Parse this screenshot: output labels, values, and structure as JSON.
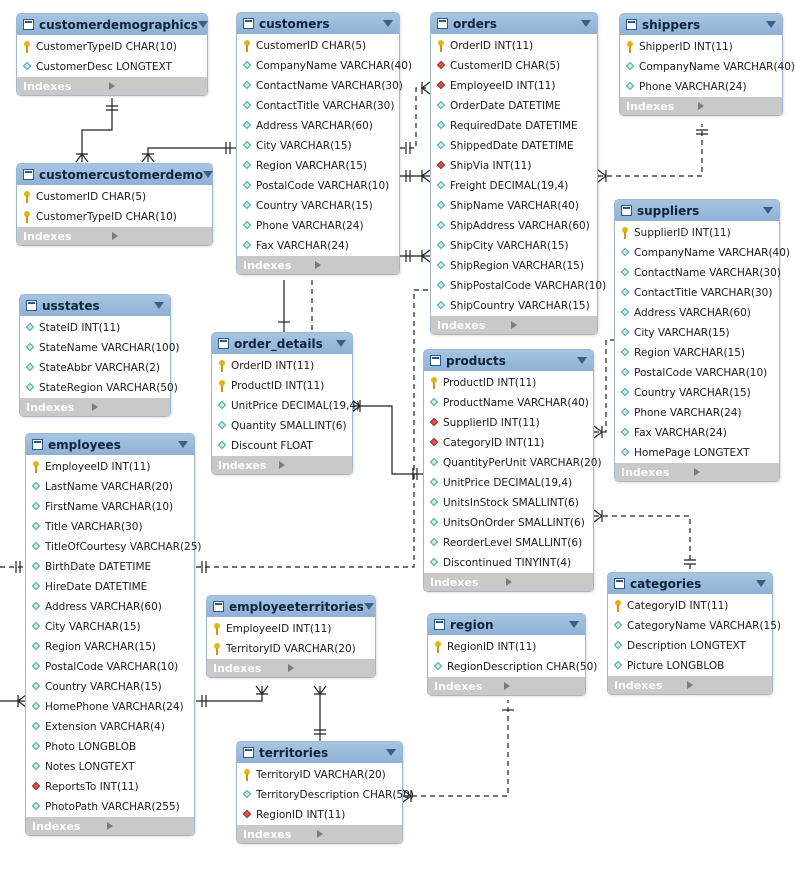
{
  "colors": {
    "header": "#97b9dc",
    "indexes_bar": "#c9c9c9",
    "line": "#222222",
    "primary_key": "#e4b417",
    "foreign_key": "#d9534f",
    "column": "#4ba6a4"
  },
  "icons": {
    "table": "table-icon",
    "primary_key": "key-icon",
    "column": "diamond-icon",
    "foreign_key": "red-diamond-icon",
    "menu": "dropdown-triangle-icon",
    "indexes": "expand-arrow-icon"
  },
  "indexes_label": "Indexes",
  "tables": {
    "customerdemographics": {
      "name": "customerdemographics",
      "columns": [
        {
          "text": "CustomerTypeID CHAR(10)",
          "kind": "pk"
        },
        {
          "text": "CustomerDesc LONGTEXT",
          "kind": "col"
        }
      ]
    },
    "customercustomerdemo": {
      "name": "customercustomerdemo",
      "columns": [
        {
          "text": "CustomerID CHAR(5)",
          "kind": "pk"
        },
        {
          "text": "CustomerTypeID CHAR(10)",
          "kind": "pk"
        }
      ]
    },
    "usstates": {
      "name": "usstates",
      "columns": [
        {
          "text": "StateID INT(11)",
          "kind": "col"
        },
        {
          "text": "StateName VARCHAR(100)",
          "kind": "col"
        },
        {
          "text": "StateAbbr VARCHAR(2)",
          "kind": "col"
        },
        {
          "text": "StateRegion VARCHAR(50)",
          "kind": "col"
        }
      ]
    },
    "employees": {
      "name": "employees",
      "columns": [
        {
          "text": "EmployeeID INT(11)",
          "kind": "pk"
        },
        {
          "text": "LastName VARCHAR(20)",
          "kind": "col"
        },
        {
          "text": "FirstName VARCHAR(10)",
          "kind": "col"
        },
        {
          "text": "Title VARCHAR(30)",
          "kind": "col"
        },
        {
          "text": "TitleOfCourtesy VARCHAR(25)",
          "kind": "col"
        },
        {
          "text": "BirthDate DATETIME",
          "kind": "col"
        },
        {
          "text": "HireDate DATETIME",
          "kind": "col"
        },
        {
          "text": "Address VARCHAR(60)",
          "kind": "col"
        },
        {
          "text": "City VARCHAR(15)",
          "kind": "col"
        },
        {
          "text": "Region VARCHAR(15)",
          "kind": "col"
        },
        {
          "text": "PostalCode VARCHAR(10)",
          "kind": "col"
        },
        {
          "text": "Country VARCHAR(15)",
          "kind": "col"
        },
        {
          "text": "HomePhone VARCHAR(24)",
          "kind": "col"
        },
        {
          "text": "Extension VARCHAR(4)",
          "kind": "col"
        },
        {
          "text": "Photo LONGBLOB",
          "kind": "col"
        },
        {
          "text": "Notes LONGTEXT",
          "kind": "col"
        },
        {
          "text": "ReportsTo INT(11)",
          "kind": "fk"
        },
        {
          "text": "PhotoPath VARCHAR(255)",
          "kind": "col"
        }
      ]
    },
    "customers": {
      "name": "customers",
      "columns": [
        {
          "text": "CustomerID CHAR(5)",
          "kind": "pk"
        },
        {
          "text": "CompanyName VARCHAR(40)",
          "kind": "col"
        },
        {
          "text": "ContactName VARCHAR(30)",
          "kind": "col"
        },
        {
          "text": "ContactTitle VARCHAR(30)",
          "kind": "col"
        },
        {
          "text": "Address VARCHAR(60)",
          "kind": "col"
        },
        {
          "text": "City VARCHAR(15)",
          "kind": "col"
        },
        {
          "text": "Region VARCHAR(15)",
          "kind": "col"
        },
        {
          "text": "PostalCode VARCHAR(10)",
          "kind": "col"
        },
        {
          "text": "Country VARCHAR(15)",
          "kind": "col"
        },
        {
          "text": "Phone VARCHAR(24)",
          "kind": "col"
        },
        {
          "text": "Fax VARCHAR(24)",
          "kind": "col"
        }
      ]
    },
    "order_details": {
      "name": "order_details",
      "columns": [
        {
          "text": "OrderID INT(11)",
          "kind": "pk"
        },
        {
          "text": "ProductID INT(11)",
          "kind": "pk"
        },
        {
          "text": "UnitPrice DECIMAL(19,4)",
          "kind": "col"
        },
        {
          "text": "Quantity SMALLINT(6)",
          "kind": "col"
        },
        {
          "text": "Discount FLOAT",
          "kind": "col"
        }
      ]
    },
    "employeeterritories": {
      "name": "employeeterritories",
      "columns": [
        {
          "text": "EmployeeID INT(11)",
          "kind": "pk"
        },
        {
          "text": "TerritoryID VARCHAR(20)",
          "kind": "pk"
        }
      ]
    },
    "territories": {
      "name": "territories",
      "columns": [
        {
          "text": "TerritoryID VARCHAR(20)",
          "kind": "pk"
        },
        {
          "text": "TerritoryDescription CHAR(50)",
          "kind": "col"
        },
        {
          "text": "RegionID INT(11)",
          "kind": "fk"
        }
      ]
    },
    "orders": {
      "name": "orders",
      "columns": [
        {
          "text": "OrderID INT(11)",
          "kind": "pk"
        },
        {
          "text": "CustomerID CHAR(5)",
          "kind": "fk"
        },
        {
          "text": "EmployeeID INT(11)",
          "kind": "fk"
        },
        {
          "text": "OrderDate DATETIME",
          "kind": "col"
        },
        {
          "text": "RequiredDate DATETIME",
          "kind": "col"
        },
        {
          "text": "ShippedDate DATETIME",
          "kind": "col"
        },
        {
          "text": "ShipVia INT(11)",
          "kind": "fk"
        },
        {
          "text": "Freight DECIMAL(19,4)",
          "kind": "col"
        },
        {
          "text": "ShipName VARCHAR(40)",
          "kind": "col"
        },
        {
          "text": "ShipAddress VARCHAR(60)",
          "kind": "col"
        },
        {
          "text": "ShipCity VARCHAR(15)",
          "kind": "col"
        },
        {
          "text": "ShipRegion VARCHAR(15)",
          "kind": "col"
        },
        {
          "text": "ShipPostalCode VARCHAR(10)",
          "kind": "col"
        },
        {
          "text": "ShipCountry VARCHAR(15)",
          "kind": "col"
        }
      ]
    },
    "products": {
      "name": "products",
      "columns": [
        {
          "text": "ProductID INT(11)",
          "kind": "pk"
        },
        {
          "text": "ProductName VARCHAR(40)",
          "kind": "col"
        },
        {
          "text": "SupplierID INT(11)",
          "kind": "fk"
        },
        {
          "text": "CategoryID INT(11)",
          "kind": "fk"
        },
        {
          "text": "QuantityPerUnit VARCHAR(20)",
          "kind": "col"
        },
        {
          "text": "UnitPrice DECIMAL(19,4)",
          "kind": "col"
        },
        {
          "text": "UnitsInStock SMALLINT(6)",
          "kind": "col"
        },
        {
          "text": "UnitsOnOrder SMALLINT(6)",
          "kind": "col"
        },
        {
          "text": "ReorderLevel SMALLINT(6)",
          "kind": "col"
        },
        {
          "text": "Discontinued TINYINT(4)",
          "kind": "col"
        }
      ]
    },
    "region": {
      "name": "region",
      "columns": [
        {
          "text": "RegionID INT(11)",
          "kind": "pk"
        },
        {
          "text": "RegionDescription CHAR(50)",
          "kind": "col"
        }
      ]
    },
    "shippers": {
      "name": "shippers",
      "columns": [
        {
          "text": "ShipperID INT(11)",
          "kind": "pk"
        },
        {
          "text": "CompanyName VARCHAR(40)",
          "kind": "col"
        },
        {
          "text": "Phone VARCHAR(24)",
          "kind": "col"
        }
      ]
    },
    "suppliers": {
      "name": "suppliers",
      "columns": [
        {
          "text": "SupplierID INT(11)",
          "kind": "pk"
        },
        {
          "text": "CompanyName VARCHAR(40)",
          "kind": "col"
        },
        {
          "text": "ContactName VARCHAR(30)",
          "kind": "col"
        },
        {
          "text": "ContactTitle VARCHAR(30)",
          "kind": "col"
        },
        {
          "text": "Address VARCHAR(60)",
          "kind": "col"
        },
        {
          "text": "City VARCHAR(15)",
          "kind": "col"
        },
        {
          "text": "Region VARCHAR(15)",
          "kind": "col"
        },
        {
          "text": "PostalCode VARCHAR(10)",
          "kind": "col"
        },
        {
          "text": "Country VARCHAR(15)",
          "kind": "col"
        },
        {
          "text": "Phone VARCHAR(24)",
          "kind": "col"
        },
        {
          "text": "Fax VARCHAR(24)",
          "kind": "col"
        },
        {
          "text": "HomePage LONGTEXT",
          "kind": "col"
        }
      ]
    },
    "categories": {
      "name": "categories",
      "columns": [
        {
          "text": "CategoryID INT(11)",
          "kind": "pk"
        },
        {
          "text": "CategoryName VARCHAR(15)",
          "kind": "col"
        },
        {
          "text": "Description LONGTEXT",
          "kind": "col"
        },
        {
          "text": "Picture LONGBLOB",
          "kind": "col"
        }
      ]
    }
  },
  "relationships": [
    {
      "from": "customercustomerdemo",
      "to": "customerdemographics",
      "identifying": true
    },
    {
      "from": "customercustomerdemo",
      "to": "customers",
      "identifying": true
    },
    {
      "from": "orders",
      "to": "customers",
      "identifying": false
    },
    {
      "from": "orders",
      "to": "employees",
      "identifying": false
    },
    {
      "from": "orders",
      "to": "shippers",
      "identifying": false
    },
    {
      "from": "order_details",
      "to": "orders",
      "identifying": true
    },
    {
      "from": "order_details",
      "to": "products",
      "identifying": true
    },
    {
      "from": "products",
      "to": "suppliers",
      "identifying": false
    },
    {
      "from": "products",
      "to": "categories",
      "identifying": false
    },
    {
      "from": "employees",
      "to": "employees",
      "identifying": false
    },
    {
      "from": "employeeterritories",
      "to": "employees",
      "identifying": true
    },
    {
      "from": "employeeterritories",
      "to": "territories",
      "identifying": true
    },
    {
      "from": "territories",
      "to": "region",
      "identifying": false
    }
  ]
}
